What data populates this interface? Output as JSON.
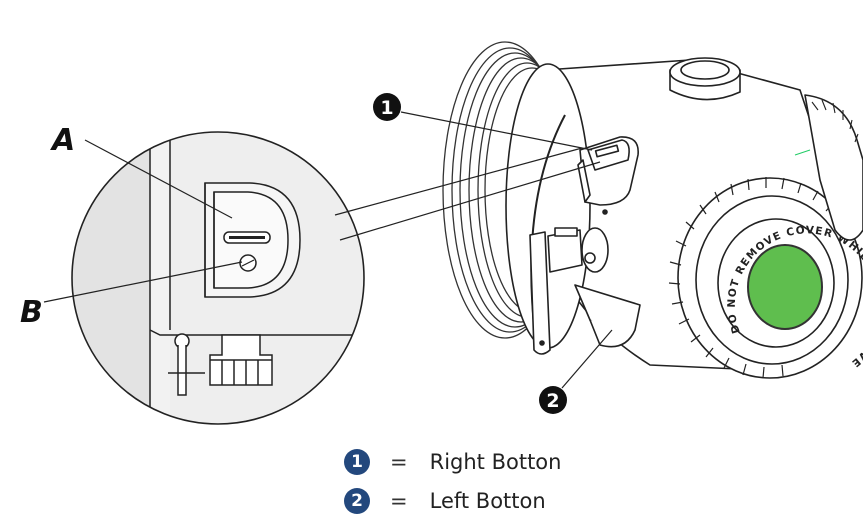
{
  "callouts": {
    "a": "A",
    "b": "B",
    "one": "1",
    "two": "2"
  },
  "device_label": "DO NOT REMOVE COVER WHILE CIRCUITS LIVE",
  "legend": [
    {
      "number": "1",
      "equals": "=",
      "text": "Right Botton"
    },
    {
      "number": "2",
      "equals": "=",
      "text": "Left Botton"
    }
  ],
  "colors": {
    "lens_green": "#5fbe4e",
    "legend_badge": "#23487d",
    "callout_black": "#111111"
  }
}
